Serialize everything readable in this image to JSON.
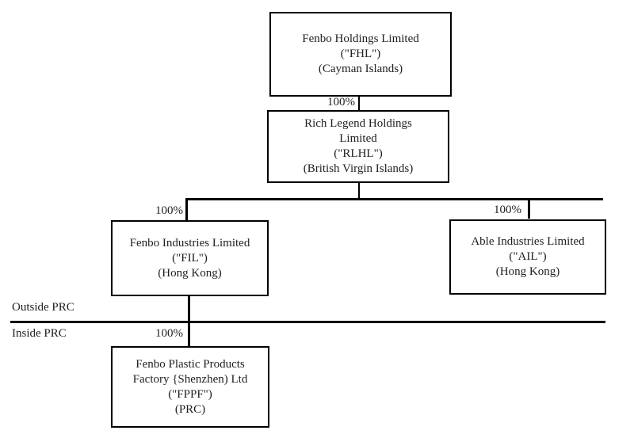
{
  "diagram": {
    "type": "corporate-structure-chart",
    "nodes": {
      "fhl": {
        "name": "Fenbo Holdings Limited",
        "abbr": "(\"FHL\")",
        "jurisdiction": "(Cayman Islands)"
      },
      "rlhl": {
        "name_line1": "Rich Legend Holdings",
        "name_line2": "Limited",
        "abbr": "(\"RLHL\")",
        "jurisdiction": "(British Virgin Islands)"
      },
      "fil": {
        "name": "Fenbo Industries Limited",
        "abbr": "(\"FIL\")",
        "jurisdiction": "(Hong Kong)"
      },
      "ail": {
        "name": "Able Industries Limited",
        "abbr": "(\"AIL\")",
        "jurisdiction": "(Hong Kong)"
      },
      "fppf": {
        "name_line1": "Fenbo Plastic Products",
        "name_line2": "Factory {Shenzhen) Ltd",
        "abbr": "(\"FPPF\")",
        "jurisdiction": "(PRC)"
      }
    },
    "edges": [
      {
        "from": "FHL",
        "to": "RLHL",
        "ownership": "100%"
      },
      {
        "from": "RLHL",
        "to": "FIL",
        "ownership": "100%"
      },
      {
        "from": "RLHL",
        "to": "AIL",
        "ownership": "100%"
      },
      {
        "from": "FIL",
        "to": "FPPF",
        "ownership": "100%"
      }
    ],
    "regions": {
      "outside": "Outside PRC",
      "inside": "Inside PRC"
    },
    "colors": {
      "line": "#000000",
      "text": "#1f1f1f",
      "background": "#ffffff"
    }
  }
}
